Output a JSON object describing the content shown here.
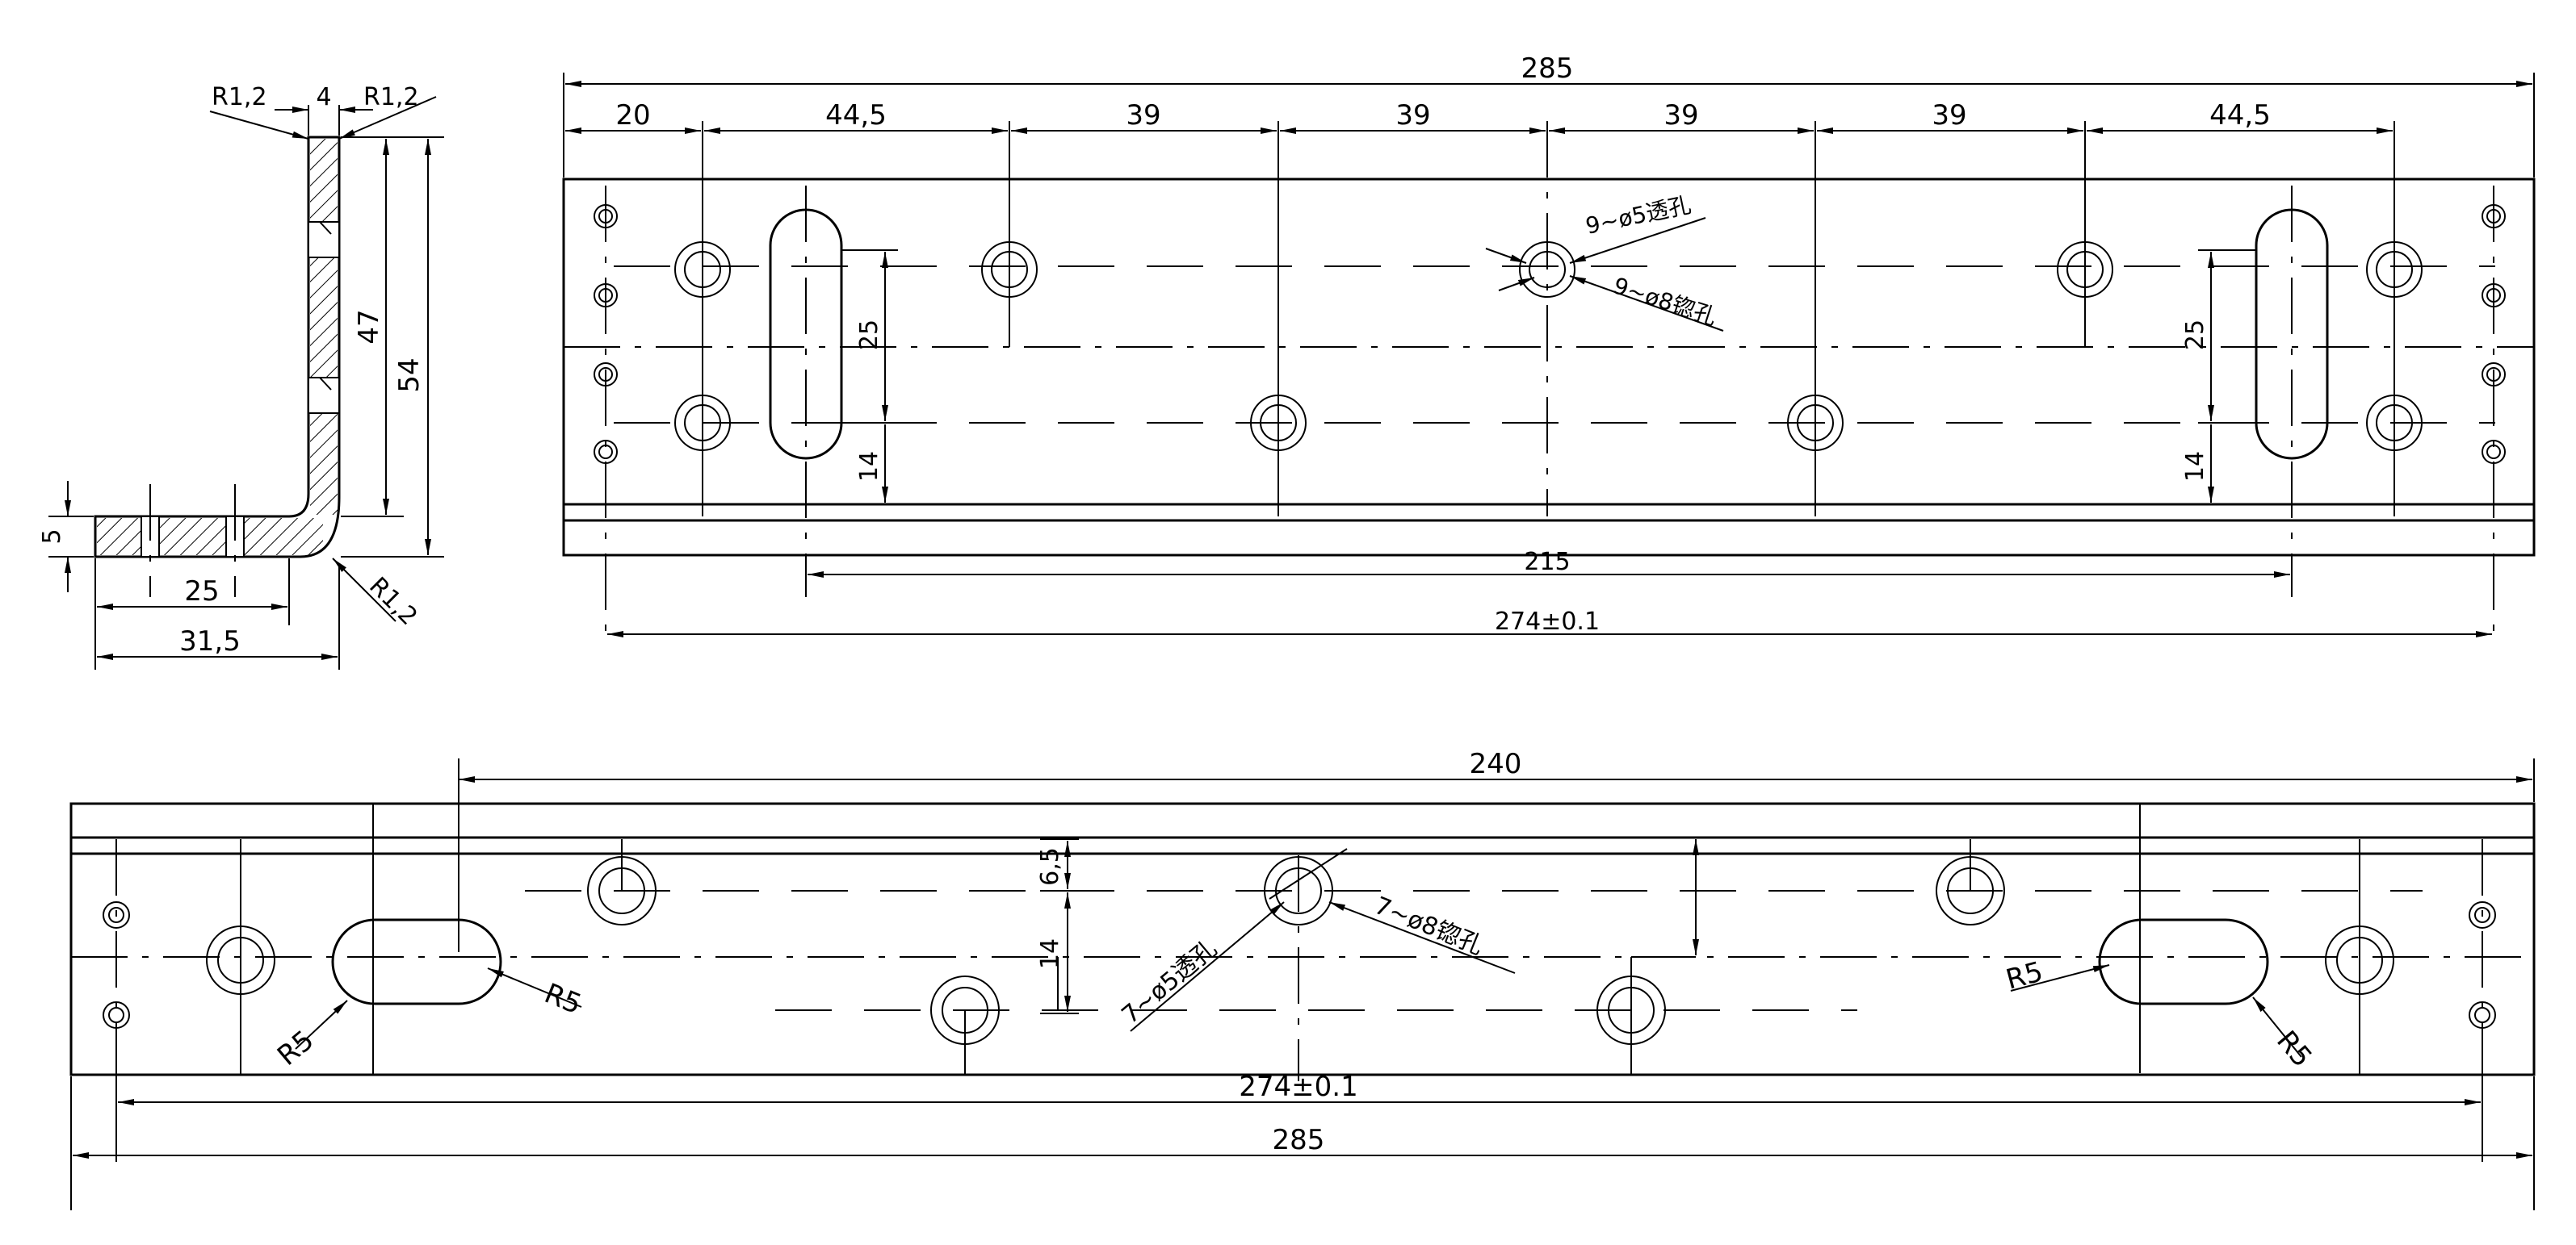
{
  "colors": {
    "line": "#000000",
    "background": "#ffffff"
  },
  "side_view": {
    "r_top_left": "R1,2",
    "thickness": "4",
    "r_top_right": "R1,2",
    "height_inner": "47",
    "height_total": "54",
    "flange_thickness": "5",
    "width_inner": "25",
    "width_total": "31,5",
    "r_bottom": "R1,2"
  },
  "top_view": {
    "overall_length": "285",
    "segments": [
      "20",
      "44,5",
      "39",
      "39",
      "39",
      "39",
      "44,5"
    ],
    "through_hole_note": "9~ø5透孔",
    "counterbore_note": "9~ø8锪孔",
    "hole_spacing_left": "25",
    "edge_offset_left": "14",
    "hole_spacing_right": "25",
    "edge_offset_right": "14",
    "slot_span": "215",
    "hole_span": "274±0.1"
  },
  "bottom_view": {
    "overall_top": "240",
    "offset_a": "6,5",
    "offset_b": "14",
    "through_hole_note": "7~ø5透孔",
    "counterbore_note": "7~ø8锪孔",
    "radius_1": "R5",
    "radius_2": "R5",
    "radius_3": "R5",
    "radius_4": "R5",
    "hole_span": "274±0.1",
    "overall_length": "285"
  }
}
